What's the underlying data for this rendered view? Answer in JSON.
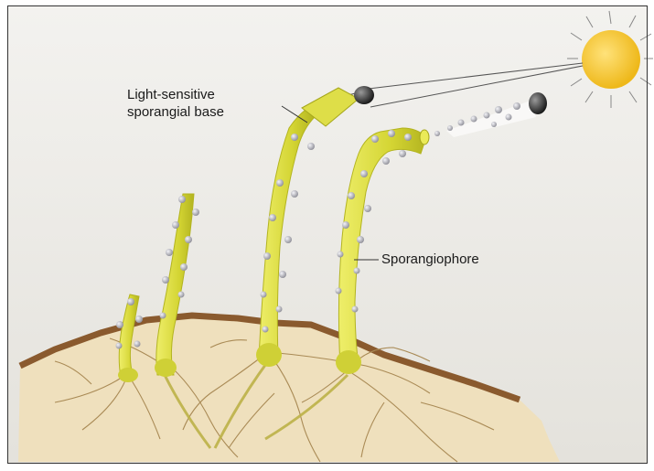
{
  "labels": {
    "sporangial_base_line1": "Light-sensitive",
    "sporangial_base_line2": "sporangial base",
    "sporangiophore": "Sporangiophore"
  },
  "colors": {
    "background": "#eceae6",
    "soil_top": "#8a5a2e",
    "soil_body": "#efe1c0",
    "hyphae": "#a98a55",
    "stalk": "#d8d83a",
    "stalk_shade": "#b9ba22",
    "spore": "#b0b0b8",
    "sun": "#f0c020",
    "sporangium": "#2a2a2a"
  },
  "icons": [
    "sun-icon",
    "sporangium-icon",
    "spore-icon"
  ]
}
